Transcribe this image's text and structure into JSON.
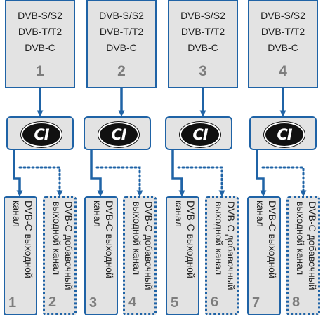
{
  "tuners": [
    {
      "standards": [
        "DVB-S/S2",
        "DVB-T/T2",
        "DVB-C"
      ],
      "number": "1"
    },
    {
      "standards": [
        "DVB-S/S2",
        "DVB-T/T2",
        "DVB-C"
      ],
      "number": "2"
    },
    {
      "standards": [
        "DVB-S/S2",
        "DVB-T/T2",
        "DVB-C"
      ],
      "number": "3"
    },
    {
      "standards": [
        "DVB-S/S2",
        "DVB-T/T2",
        "DVB-C"
      ],
      "number": "4"
    }
  ],
  "ci_label": "CI",
  "outputs": [
    {
      "label": "DVB-C выходной канал",
      "number": "1",
      "style": "solid"
    },
    {
      "label": "DVB-C добавочный выходной канал",
      "number": "2",
      "style": "dotted"
    },
    {
      "label": "DVB-C выходной канал",
      "number": "3",
      "style": "solid"
    },
    {
      "label": "DVB-C добавочный выходной канал",
      "number": "4",
      "style": "dotted"
    },
    {
      "label": "DVB-C выходной канал",
      "number": "5",
      "style": "solid"
    },
    {
      "label": "DVB-C добавочный выходной канал",
      "number": "6",
      "style": "dotted"
    },
    {
      "label": "DVB-C выходной канал",
      "number": "7",
      "style": "solid"
    },
    {
      "label": "DVB-C добавочный выходной канал",
      "number": "8",
      "style": "dotted"
    }
  ],
  "colors": {
    "accent": "#1f63a6",
    "box_fill": "#e3e3e3",
    "number_gray": "#7d7d7d"
  }
}
